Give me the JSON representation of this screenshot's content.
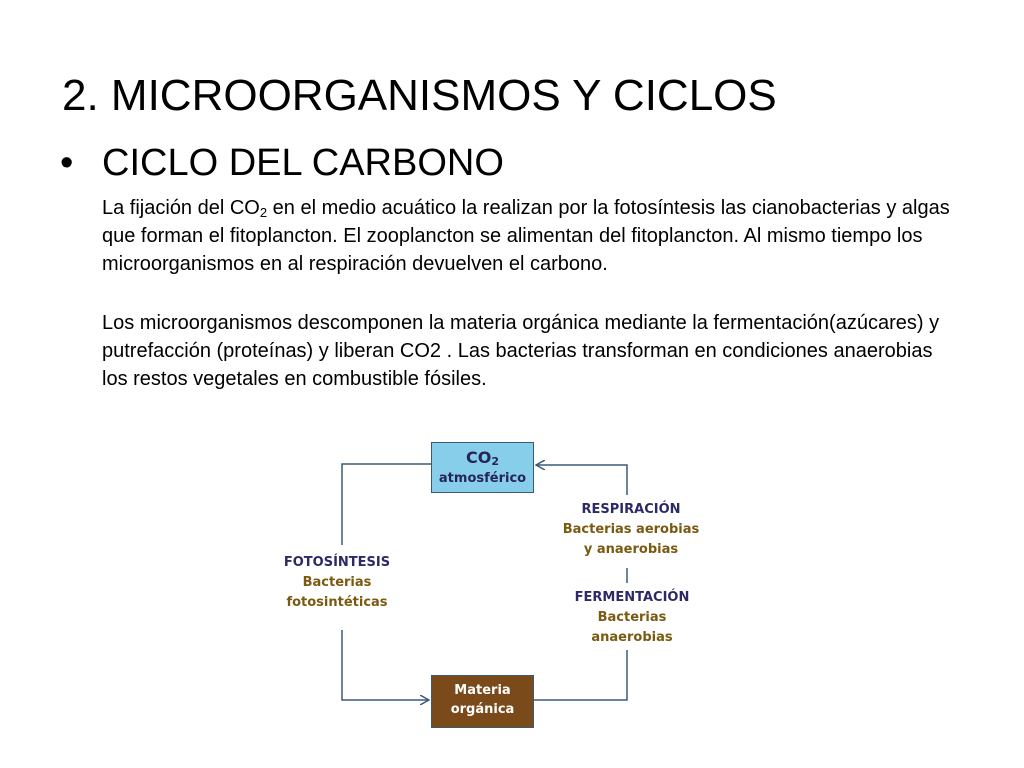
{
  "slide": {
    "title": "2. MICROORGANISMOS Y CICLOS",
    "bullet": "CICLO DEL CARBONO",
    "bullet_symbol": "•",
    "para1": {
      "before_sub": "La fijación del CO",
      "sub": "2",
      "after_sub": " en el medio acuático la realizan por la fotosíntesis las cianobacterias y algas que forman el fitoplancton. El zooplancton se alimentan del fitoplancton. Al mismo tiempo los microorganismos en al respiración devuelven el carbono."
    },
    "para2": "Los microorganismos descomponen la materia orgánica mediante la fermentación(azúcares) y putrefacción (proteínas) y liberan CO2 . Las bacterias transforman en condiciones anaerobias los restos vegetales en combustible fósiles."
  },
  "diagram": {
    "co2_box": {
      "line1": "CO",
      "line1_sub": "2",
      "line2": "atmosférico",
      "color": "#87ceeb"
    },
    "materia_box": {
      "line1": "Materia",
      "line2": "orgánica",
      "color": "#7a4a1a"
    },
    "fotosintesis": {
      "head": "FOTOSÍNTESIS",
      "line1": "Bacterias",
      "line2": "fotosintéticas"
    },
    "respiracion": {
      "head": "RESPIRACIÓN",
      "line1": "Bacterias aerobias",
      "line2": "y anaerobias"
    },
    "fermentacion": {
      "head": "FERMENTACIÓN",
      "line1": "Bacterias",
      "line2": "anaerobias"
    },
    "line_color": "#3c5a78"
  }
}
